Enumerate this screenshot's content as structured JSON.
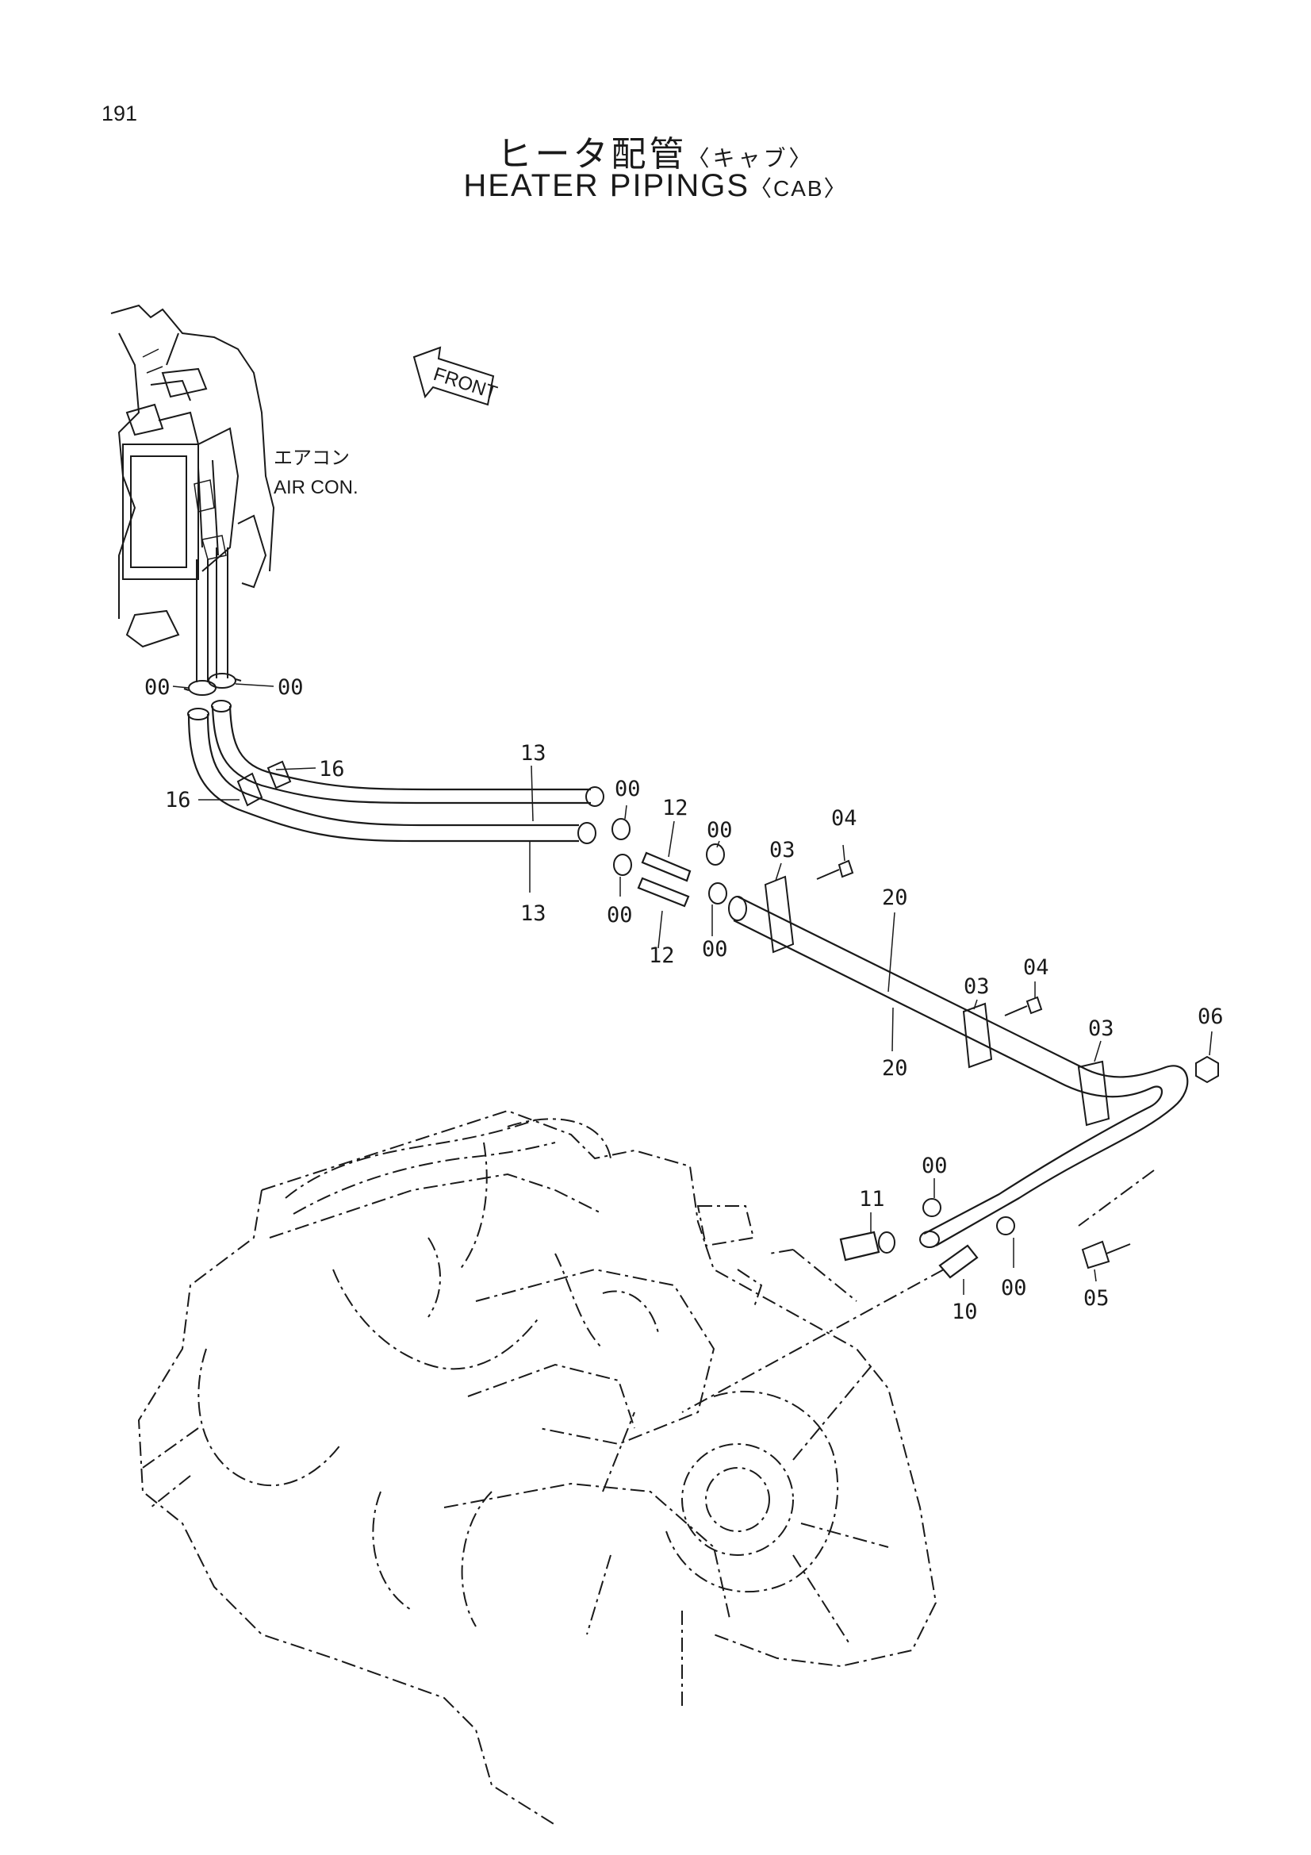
{
  "page_number": "191",
  "title_jp": "ヒータ配管",
  "title_jp_sub": "〈キャブ〉",
  "title_en": "HEATER PIPINGS",
  "title_en_sub": "〈CAB〉",
  "front_label": "FRONT",
  "aircon_jp": "エアコン",
  "aircon_en": "AIR CON.",
  "callouts": {
    "c00_a": "00",
    "c00_b": "00",
    "c16_a": "16",
    "c16_b": "16",
    "c13_a": "13",
    "c13_b": "13",
    "c00_c": "00",
    "c00_d": "00",
    "c12_a": "12",
    "c12_b": "12",
    "c00_e": "00",
    "c00_f": "00",
    "c03_a": "03",
    "c04_a": "04",
    "c20_a": "20",
    "c20_b": "20",
    "c03_b": "03",
    "c04_b": "04",
    "c03_c": "03",
    "c06": "06",
    "c00_g": "00",
    "c11": "11",
    "c10": "10",
    "c00_h": "00",
    "c05": "05"
  }
}
